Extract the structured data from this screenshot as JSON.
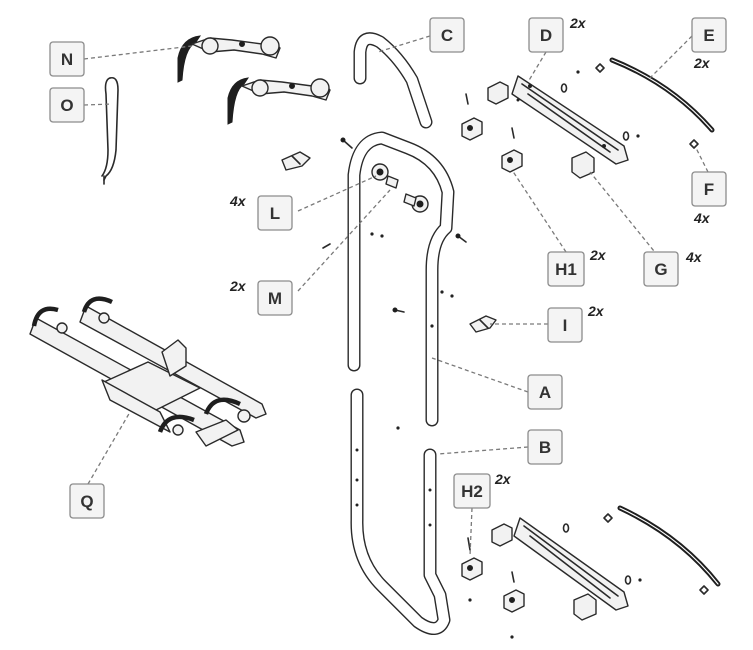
{
  "parts": [
    {
      "id": "A",
      "label": "A",
      "qty": ""
    },
    {
      "id": "B",
      "label": "B",
      "qty": ""
    },
    {
      "id": "C",
      "label": "C",
      "qty": ""
    },
    {
      "id": "D",
      "label": "D",
      "qty": "2x"
    },
    {
      "id": "E",
      "label": "E",
      "qty": "2x"
    },
    {
      "id": "F",
      "label": "F",
      "qty": "4x"
    },
    {
      "id": "G",
      "label": "G",
      "qty": "4x"
    },
    {
      "id": "H1",
      "label": "H1",
      "qty": "2x"
    },
    {
      "id": "H2",
      "label": "H2",
      "qty": "2x"
    },
    {
      "id": "I",
      "label": "I",
      "qty": "2x"
    },
    {
      "id": "L",
      "label": "L",
      "qty": "4x"
    },
    {
      "id": "M",
      "label": "M",
      "qty": "2x"
    },
    {
      "id": "N",
      "label": "N",
      "qty": ""
    },
    {
      "id": "O",
      "label": "O",
      "qty": ""
    },
    {
      "id": "Q",
      "label": "Q",
      "qty": ""
    }
  ]
}
